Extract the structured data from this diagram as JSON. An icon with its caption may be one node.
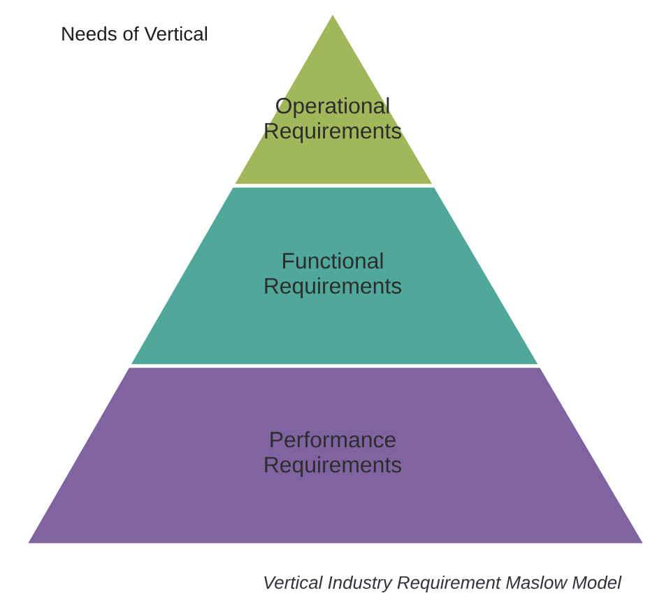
{
  "diagram": {
    "title": "Needs of Vertical",
    "caption": "Vertical Industry Requirement Maslow Model",
    "nodes": [
      {
        "text": [
          "Operational Requirements"
        ]
      },
      {
        "text": [
          "Functional Requirements"
        ]
      },
      {
        "text": [
          "Performance Requirements"
        ]
      }
    ]
  }
}
